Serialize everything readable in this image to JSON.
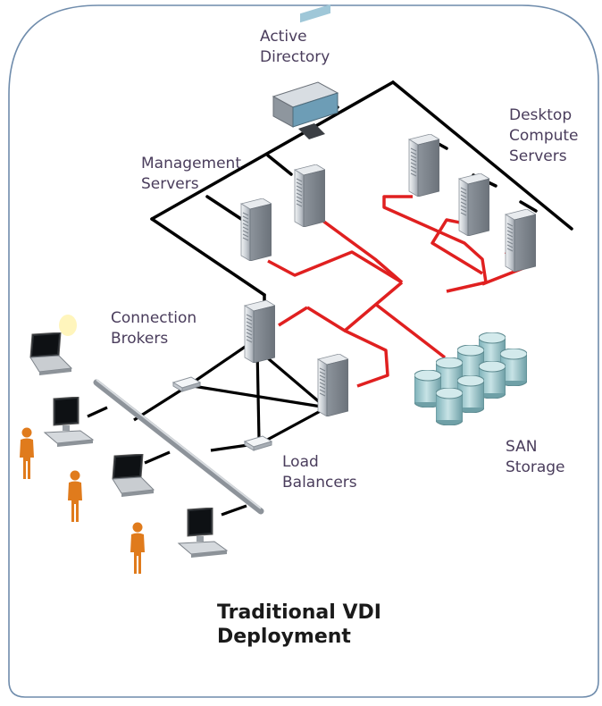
{
  "labels": {
    "active_directory": [
      "Active",
      "Directory"
    ],
    "desktop_compute": [
      "Desktop",
      "Compute",
      "Servers"
    ],
    "management": [
      "Management",
      "Servers"
    ],
    "connection_brokers": [
      "Connection",
      "Brokers"
    ],
    "san_storage": [
      "SAN",
      "Storage"
    ],
    "load_balancers": [
      "Load",
      "Balancers"
    ]
  },
  "title": [
    "Traditional VDI",
    "Deployment"
  ],
  "colors": {
    "frame": "#6f8cac",
    "network_line": "#000000",
    "storage_line": "#e02020",
    "person": "#e07b1c",
    "disk": "#9cc6cc"
  },
  "icons": [
    "active-directory-icon",
    "server-icon",
    "storage-disk-icon",
    "load-balancer-icon",
    "laptop-icon",
    "desktop-pc-icon",
    "person-icon"
  ]
}
